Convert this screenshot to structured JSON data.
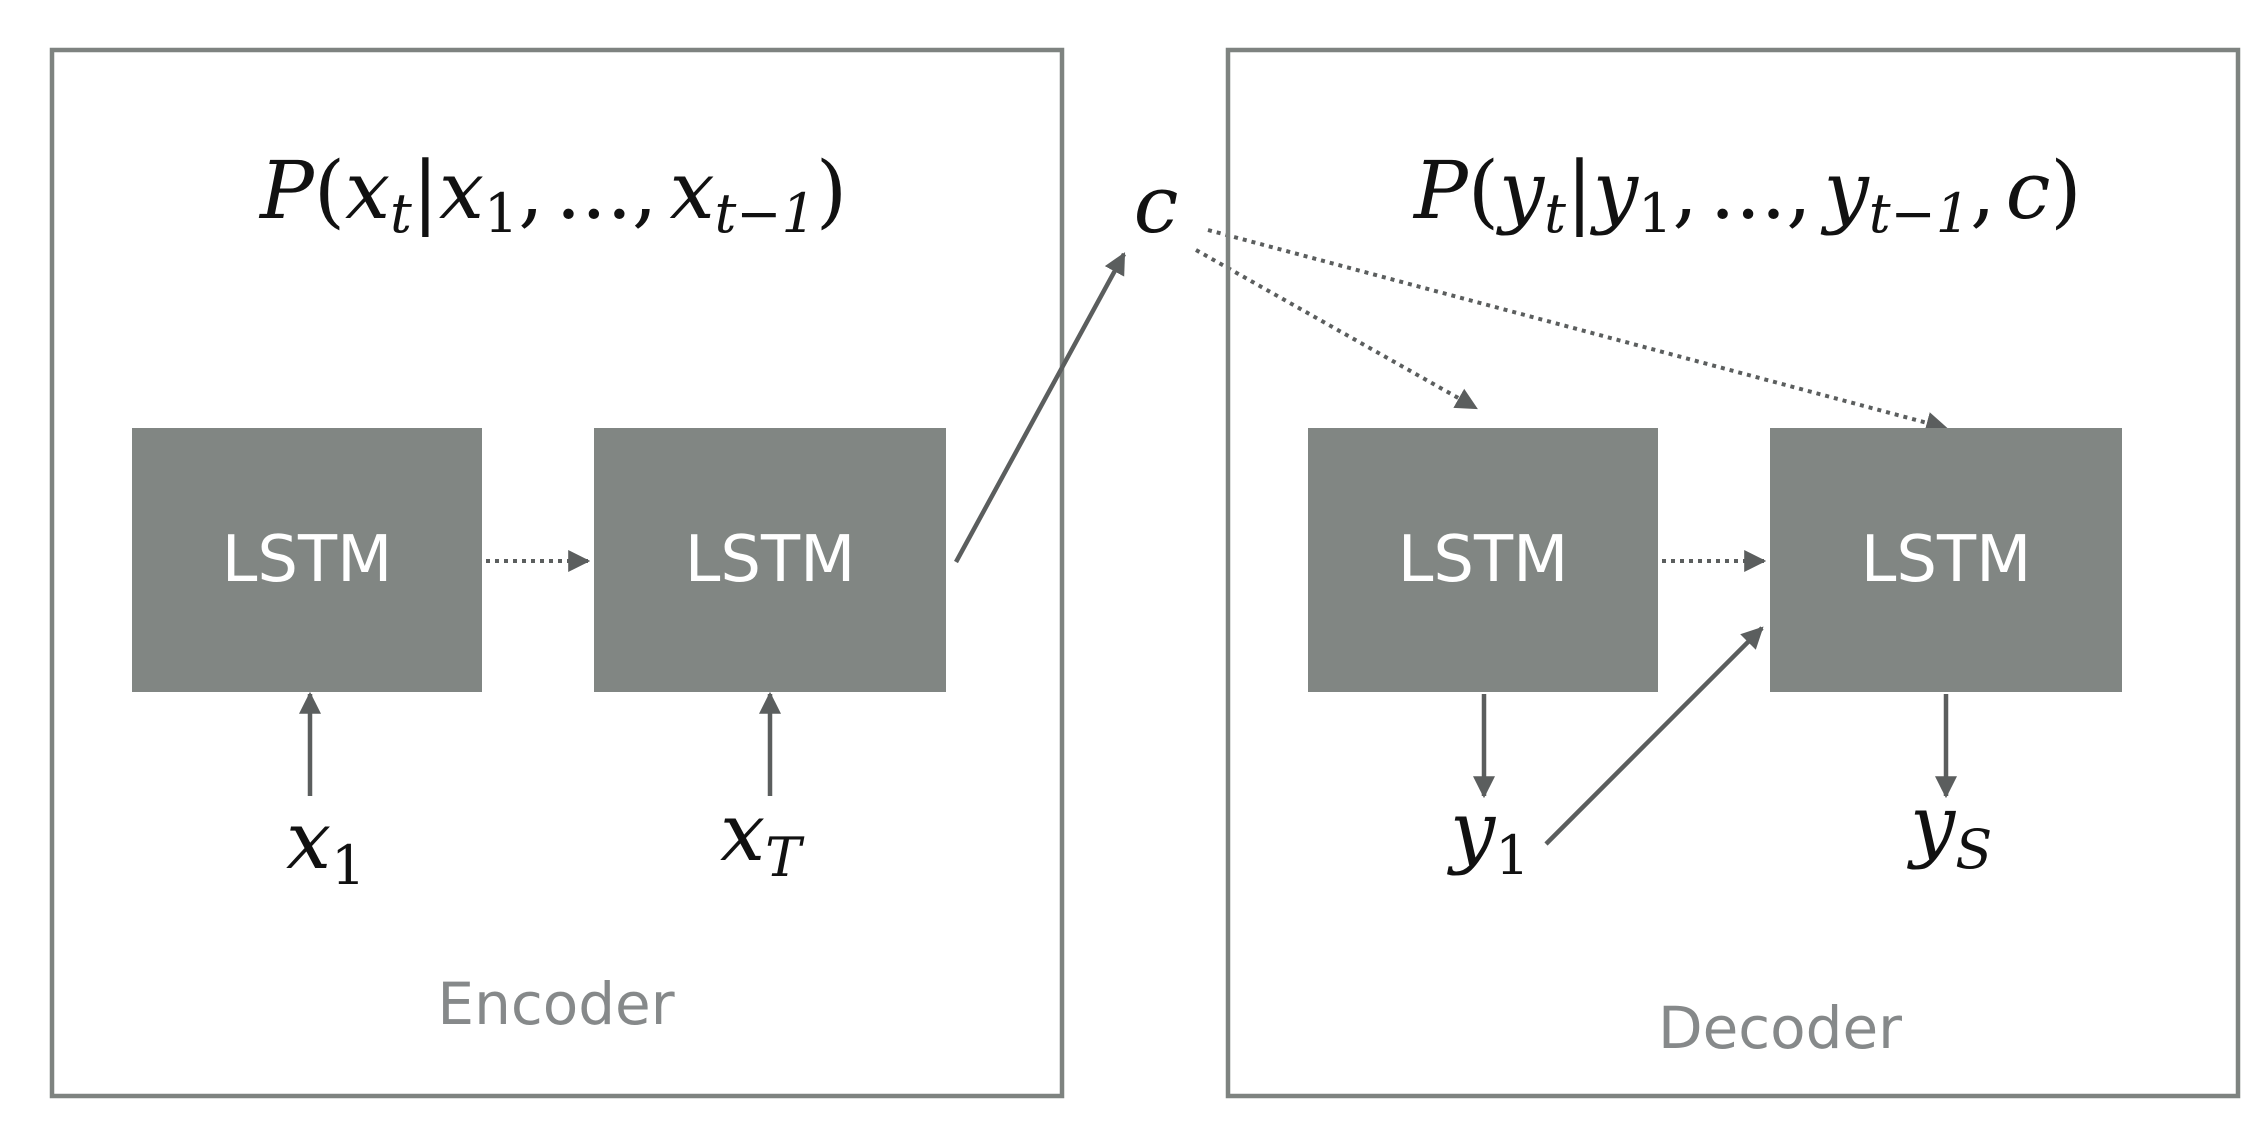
{
  "encoder": {
    "label": "Encoder",
    "formula": {
      "P": "P",
      "open": "(",
      "x": "x",
      "t": "t",
      "bar": "|",
      "one": "1",
      "sep": ",",
      "dots": "...",
      "tminus1": "t−1",
      "close": ")"
    },
    "cells": [
      {
        "label": "LSTM",
        "input": {
          "var": "x",
          "sub": "1"
        }
      },
      {
        "label": "LSTM",
        "input": {
          "var": "x",
          "sub": "T"
        }
      }
    ]
  },
  "context": {
    "symbol": "c"
  },
  "decoder": {
    "label": "Decoder",
    "formula": {
      "P": "P",
      "open": "(",
      "y": "y",
      "t": "t",
      "bar": "|",
      "one": "1",
      "sep": ",",
      "dots": "...",
      "tminus1": "t−1",
      "c": "c",
      "close": ")"
    },
    "cells": [
      {
        "label": "LSTM",
        "output": {
          "var": "y",
          "sub": "1"
        }
      },
      {
        "label": "LSTM",
        "output": {
          "var": "y",
          "sub": "S"
        }
      }
    ]
  },
  "colors": {
    "lstm_fill": "#818683",
    "frame": "#7e8380",
    "arrow": "#5b5e5e"
  }
}
